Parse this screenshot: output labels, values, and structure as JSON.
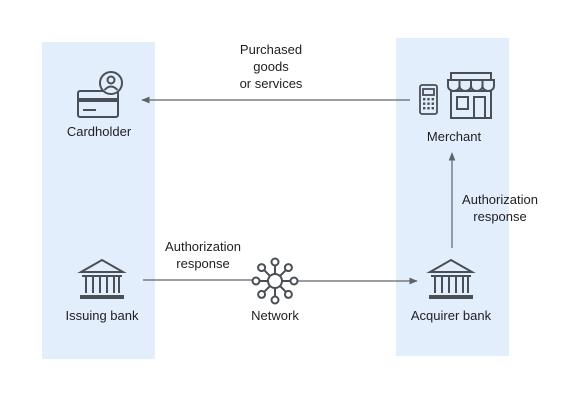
{
  "nodes": {
    "cardholder": {
      "label": "Cardholder",
      "icon": "credit-card-user-icon"
    },
    "merchant": {
      "label": "Merchant",
      "icon": "storefront-icon",
      "secondary_icon": "card-terminal-icon"
    },
    "issuing_bank": {
      "label": "Issuing bank",
      "icon": "bank-icon"
    },
    "acquirer_bank": {
      "label": "Acquirer bank",
      "icon": "bank-icon"
    },
    "network": {
      "label": "Network",
      "icon": "network-hub-icon"
    }
  },
  "edges": {
    "purchased": {
      "label": "Purchased\ngoods\nor services"
    },
    "auth_left": {
      "label": "Authorization\nresponse"
    },
    "auth_right": {
      "label": "Authorization\nresponse"
    }
  },
  "colors": {
    "panel": "#e3eefc",
    "icon": "#4a4f57",
    "arrow": "#5f6368",
    "text": "#202124"
  }
}
